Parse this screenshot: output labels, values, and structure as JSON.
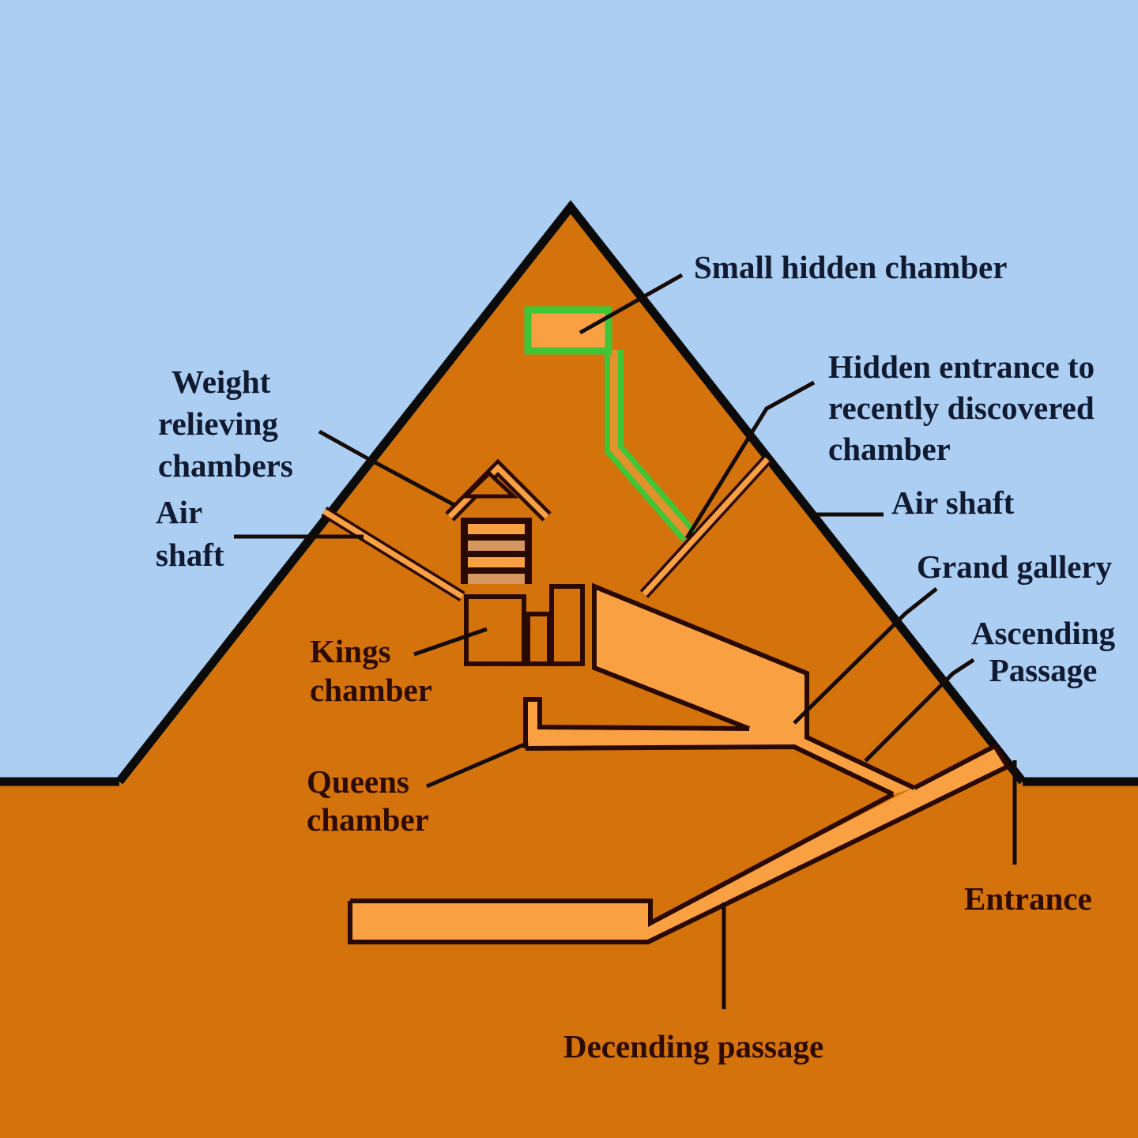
{
  "diagram": {
    "type": "pyramid-cross-section",
    "labels": {
      "small_hidden_chamber": "Small hidden chamber",
      "hidden_entrance_line1": "Hidden entrance to",
      "hidden_entrance_line2": "recently discovered",
      "hidden_entrance_line3": "chamber",
      "air_shaft_right": "Air shaft",
      "grand_gallery": "Grand gallery",
      "ascending_passage_line1": "Ascending",
      "ascending_passage_line2": "Passage",
      "entrance": "Entrance",
      "weight_relieving_line1": "Weight",
      "weight_relieving_line2": "relieving",
      "weight_relieving_line3": "chambers",
      "air_shaft_left_line1": "Air",
      "air_shaft_left_line2": "shaft",
      "kings_chamber_line1": "Kings",
      "kings_chamber_line2": "chamber",
      "queens_chamber_line1": "Queens",
      "queens_chamber_line2": "chamber",
      "descending_passage": "Decending passage"
    },
    "colors": {
      "sky": "#ABCEF2",
      "masonry": "#D4720C",
      "passage": "#F9A042",
      "passage_shaft": "#E2922D",
      "tan_layer": "#D6965F",
      "outline_dark": "#2A0900",
      "edge_black": "#0B0B0B",
      "highlight_green": "#3FC535",
      "label_on_sky": "#101A30",
      "label_on_masonry": "#2E0B00"
    }
  }
}
